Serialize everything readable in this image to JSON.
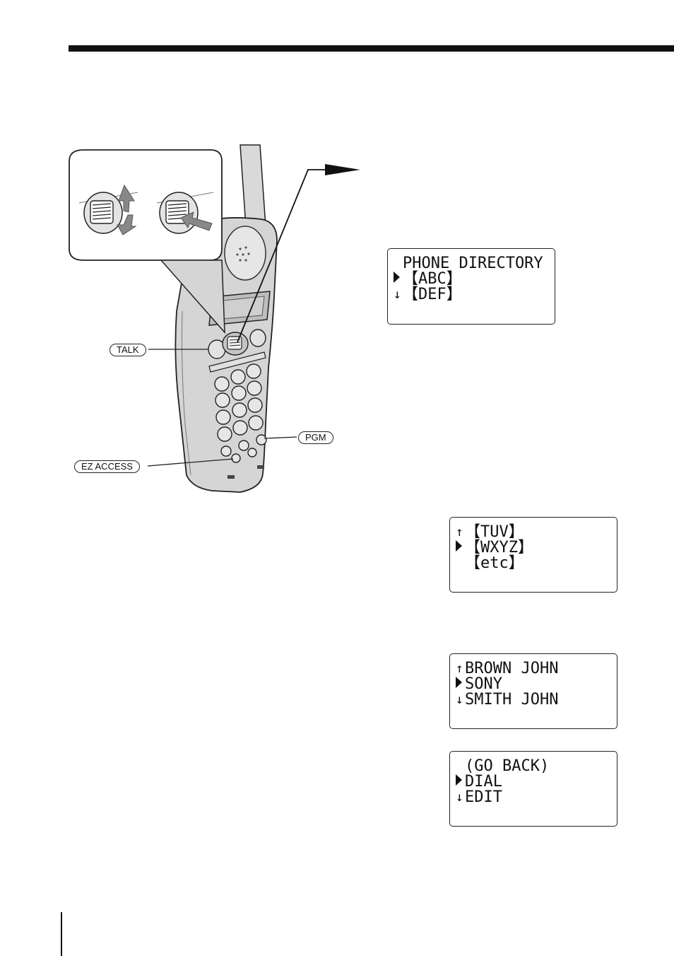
{
  "labels": {
    "talk": "TALK",
    "pgm": "PGM",
    "ez_access": "EZ ACCESS"
  },
  "displays": [
    {
      "lines": [
        {
          "mark": "",
          "text": "PHONE DIRECTORY"
        },
        {
          "mark": "pointer",
          "text": "【ABC】"
        },
        {
          "mark": "↓",
          "text": "【DEF】"
        }
      ]
    },
    {
      "lines": [
        {
          "mark": "↑",
          "text": "【TUV】"
        },
        {
          "mark": "pointer",
          "text": "【WXYZ】"
        },
        {
          "mark": "",
          "text": "【etc】"
        }
      ]
    },
    {
      "lines": [
        {
          "mark": "↑",
          "text": "BROWN JOHN"
        },
        {
          "mark": "pointer",
          "text": "SONY"
        },
        {
          "mark": "↓",
          "text": "SMITH JOHN"
        }
      ]
    },
    {
      "lines": [
        {
          "mark": "",
          "text": "(GO BACK)"
        },
        {
          "mark": "pointer",
          "text": "DIAL"
        },
        {
          "mark": "↓",
          "text": "EDIT"
        }
      ]
    }
  ]
}
